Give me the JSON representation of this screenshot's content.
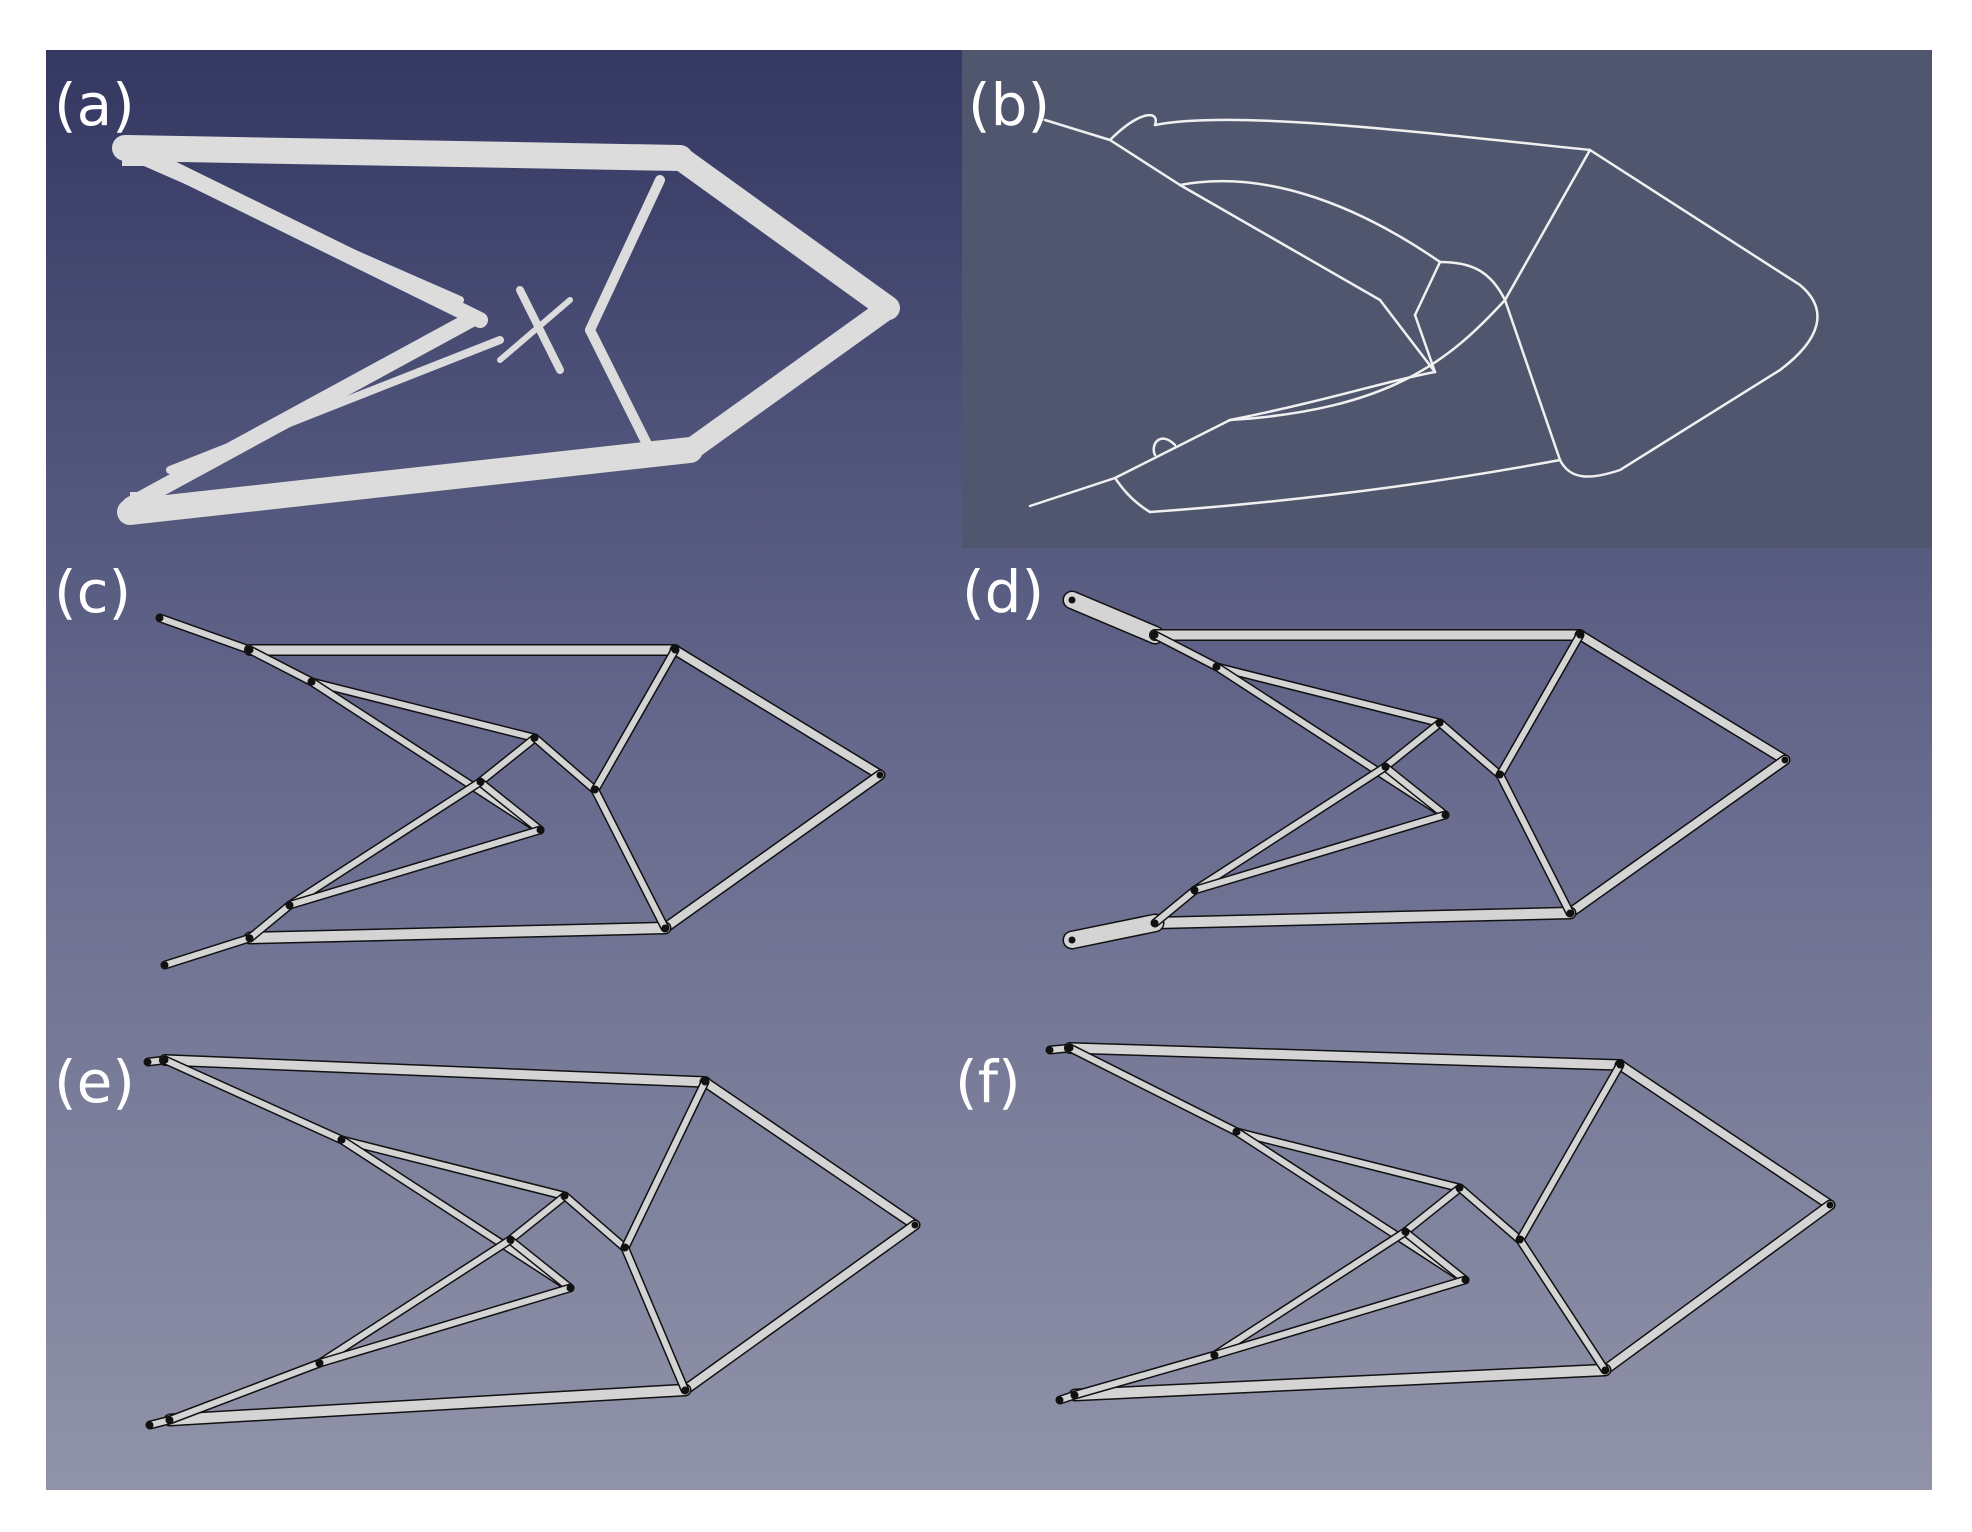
{
  "colors": {
    "page_background": "#ffffff",
    "viewport_gradient_top": "#343862",
    "viewport_gradient_bottom": "#9093a8",
    "panel_b_background": "#50566e",
    "material_fill": "#dcdcdc",
    "skeleton_line": "#f0f0f0",
    "strut_fill": "#d4d4d4",
    "strut_outline": "#111111"
  },
  "panels": [
    {
      "id": "a",
      "label": "(a)",
      "view": "topology-optimized-density-field"
    },
    {
      "id": "b",
      "label": "(b)",
      "view": "extracted-skeleton-curves"
    },
    {
      "id": "c",
      "label": "(c)",
      "view": "frame-structure-initial"
    },
    {
      "id": "d",
      "label": "(d)",
      "view": "frame-structure-optimized"
    },
    {
      "id": "e",
      "label": "(e)",
      "view": "frame-structure-optimized"
    },
    {
      "id": "f",
      "label": "(f)",
      "view": "frame-structure-optimized"
    }
  ]
}
